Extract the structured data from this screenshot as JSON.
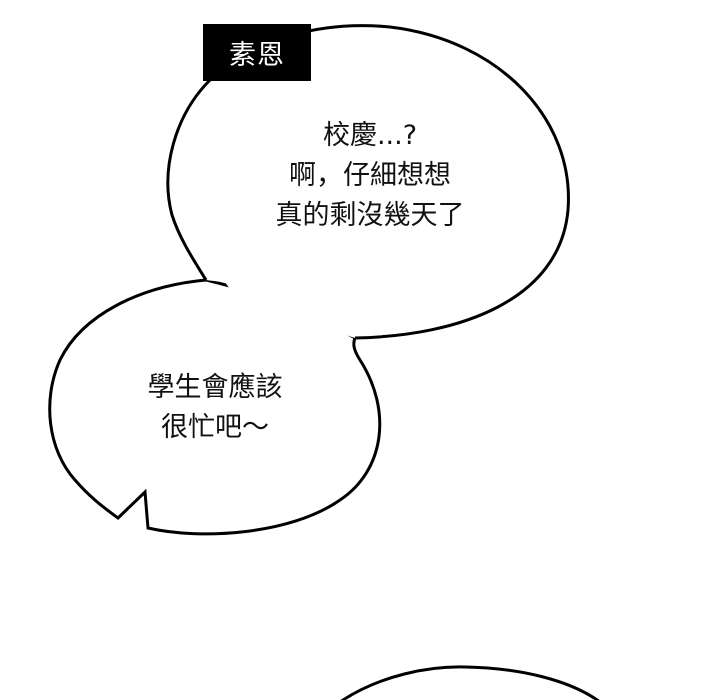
{
  "speaker": {
    "name": "素恩",
    "tag_bg": "#000000",
    "tag_fg": "#ffffff"
  },
  "bubbles": {
    "upper": {
      "lines": [
        "校慶...?",
        "啊，仔細想想",
        "真的剩沒幾天了"
      ]
    },
    "lower": {
      "lines": [
        "學生會應該",
        "很忙吧～"
      ]
    }
  },
  "colors": {
    "background": "#ffffff",
    "outline": "#000000",
    "text": "#111111"
  }
}
